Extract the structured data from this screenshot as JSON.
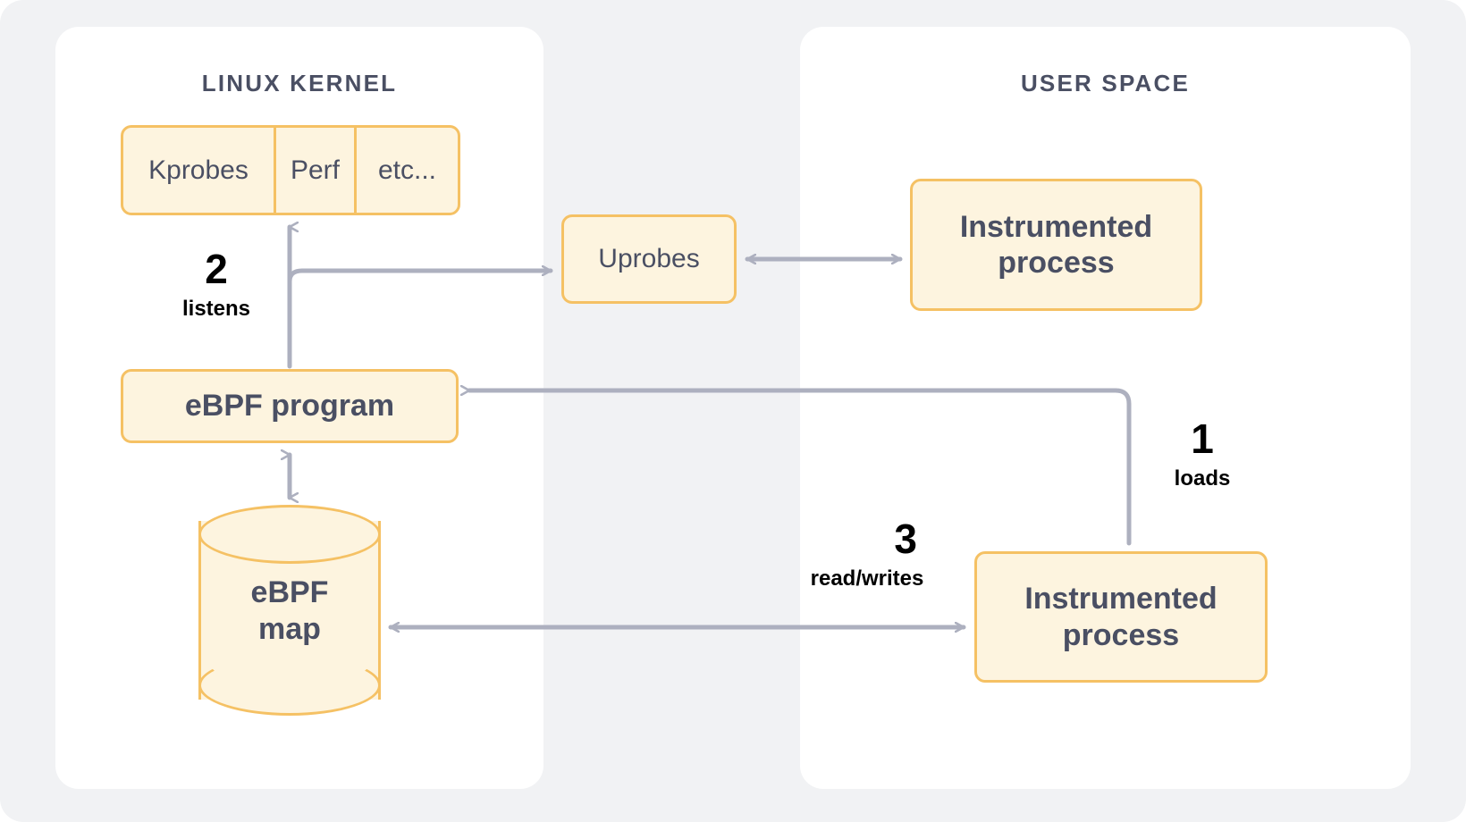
{
  "colors": {
    "page_background": "#f1f2f4",
    "panel_background": "#ffffff",
    "node_fill": "#fdf4df",
    "node_border": "#f5c164",
    "node_text": "#4a4f63",
    "arrow": "#adb0bf",
    "step_text": "#000000"
  },
  "panels": {
    "kernel": {
      "title": "LINUX KERNEL"
    },
    "user": {
      "title": "USER SPACE"
    }
  },
  "nodes": {
    "probes": {
      "cells": [
        {
          "label": "Kprobes"
        },
        {
          "label": "Perf"
        },
        {
          "label": "etc..."
        }
      ]
    },
    "ebpf_program": {
      "label": "eBPF program"
    },
    "ebpf_map": {
      "line1": "eBPF",
      "line2": "map"
    },
    "uprobes": {
      "label": "Uprobes"
    },
    "instrumented_process_top": {
      "line1": "Instrumented",
      "line2": "process"
    },
    "instrumented_process_bottom": {
      "line1": "Instrumented",
      "line2": "process"
    }
  },
  "steps": [
    {
      "number": "1",
      "caption": "loads"
    },
    {
      "number": "2",
      "caption": "listens"
    },
    {
      "number": "3",
      "caption": "read/writes"
    }
  ]
}
